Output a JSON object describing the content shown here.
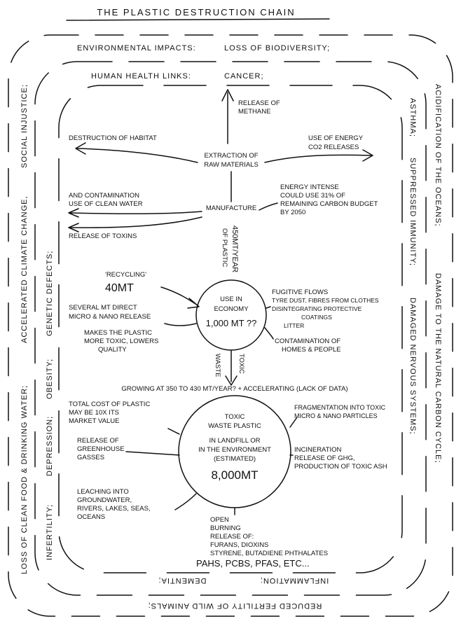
{
  "title": "The Plastic Destruction Chain",
  "environmental_ring": {
    "heading": "Environmental Impacts:",
    "items": [
      "Loss of Biodiversity;",
      "Acidification of the Oceans;",
      "Damage to the Natural Carbon Cycle;",
      "Reduced Fertility of Wild Animals;",
      "Loss of Clean Food & Drinking Water;",
      "Accelerated Climate Change,",
      "Social Injustice;"
    ]
  },
  "health_ring": {
    "heading": "Human Health Links:",
    "items": [
      "Cancer;",
      "Asthma;",
      "Suppressed Immunity;",
      "Damaged Nervous Systems;",
      "Inflammation;",
      "Dementia;",
      "Infertility;",
      "Depression;",
      "Obesity;",
      "Genetic Defects;"
    ]
  },
  "extraction": {
    "line1": "Extraction of",
    "line2": "Raw Materials",
    "methane": [
      "Release of",
      "Methane"
    ],
    "habitat": "Destruction of Habitat",
    "energy": [
      "Use of Energy",
      "CO2 Releases"
    ]
  },
  "manufacture": {
    "label": "Manufacture",
    "water": [
      "And Contamination",
      "Use of Clean Water"
    ],
    "toxins": "Release of Toxins",
    "energy": [
      "Energy Intense",
      "Could use 31% of",
      "Remaining Carbon Budget",
      "by 2050"
    ],
    "flow": [
      "450Mt/Year",
      "of Plastic"
    ]
  },
  "economy": {
    "line1": "Use in",
    "line2": "Economy",
    "line3": "1,000 Mt ??",
    "recycling": [
      "'Recycling'",
      "40Mt"
    ],
    "micro": [
      "Several Mt Direct",
      "Micro & Nano Release"
    ],
    "quality": [
      "Makes the Plastic",
      "More Toxic, Lowers",
      "Quality"
    ],
    "fugitive": [
      "Fugitive Flows",
      "Tyre Dust, Fibres from Clothes",
      "Disintegrating Protective",
      "Coatings",
      "Litter"
    ],
    "homes": [
      "Contamination of",
      "Homes & People"
    ],
    "toxic_waste": [
      "Toxic",
      "Waste"
    ]
  },
  "waste": {
    "line1": "Toxic",
    "line2": "Waste Plastic",
    "line3": "In Landfill or",
    "line4": "In the Environment",
    "line5": "(Estimated)",
    "line6": "8,000Mt",
    "ring": "Growing at 350 to 430 Mt/Year? + Accelerating (Lack of Data)",
    "cost": [
      "Total Cost of Plastic",
      "May be 10x its",
      "Market Value"
    ],
    "greenhouse": [
      "Release of",
      "Greenhouse",
      "Gasses"
    ],
    "fragmentation": [
      "Fragmentation into Toxic",
      "Micro & Nano Particles"
    ],
    "incineration": [
      "Incineration",
      "Release of GHG,",
      "Production of Toxic Ash"
    ],
    "leaching": [
      "Leaching into",
      "Groundwater,",
      "Rivers, Lakes, Seas,",
      "Oceans"
    ],
    "burning": [
      "Open",
      "Burning",
      "Release of:",
      "Furans, Dioxins",
      "Styrene, Butadiene Phthalates",
      "PAHs, PCBs, PFAS, etc..."
    ]
  }
}
